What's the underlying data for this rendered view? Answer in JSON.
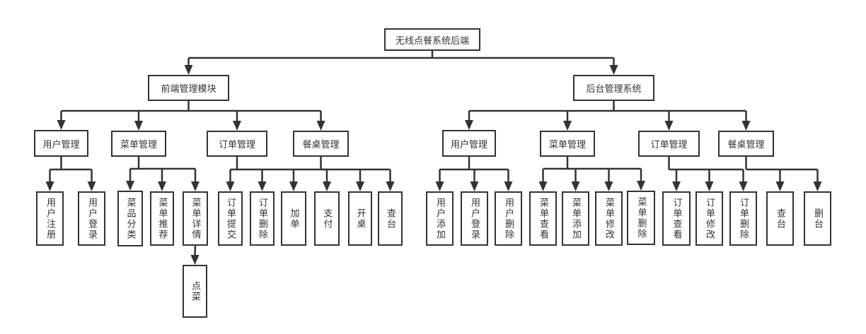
{
  "diagram": {
    "title": "无线点餐系统后端",
    "root": {
      "id": "root",
      "label": "无线点餐系统后端",
      "children": [
        {
          "id": "frontend",
          "label": "前端管理模块",
          "children": [
            {
              "id": "f-user",
              "label": "用户管理",
              "children": [
                {
                  "id": "f-user-register",
                  "label": "用户注册"
                },
                {
                  "id": "f-user-login",
                  "label": "用户登录"
                }
              ]
            },
            {
              "id": "f-menu",
              "label": "菜单管理",
              "children": [
                {
                  "id": "f-menu-category",
                  "label": "菜品分类"
                },
                {
                  "id": "f-menu-recommend",
                  "label": "菜单推荐"
                },
                {
                  "id": "f-menu-detail",
                  "label": "菜单详情",
                  "children": [
                    {
                      "id": "f-menu-order-dish",
                      "label": "点菜"
                    }
                  ]
                }
              ]
            },
            {
              "id": "f-order",
              "label": "订单管理",
              "children": [
                {
                  "id": "f-order-submit",
                  "label": "订单提交"
                },
                {
                  "id": "f-order-delete",
                  "label": "订单删除"
                },
                {
                  "id": "f-order-add",
                  "label": "加单"
                },
                {
                  "id": "f-order-pay",
                  "label": "支付"
                }
              ]
            },
            {
              "id": "f-table",
              "label": "餐桌管理",
              "children": [
                {
                  "id": "f-table-open",
                  "label": "开桌"
                },
                {
                  "id": "f-table-check",
                  "label": "查台"
                }
              ]
            }
          ]
        },
        {
          "id": "backend",
          "label": "后台管理系统",
          "children": [
            {
              "id": "b-user",
              "label": "用户管理",
              "children": [
                {
                  "id": "b-user-add",
                  "label": "用户添加"
                },
                {
                  "id": "b-user-login",
                  "label": "用户登录"
                },
                {
                  "id": "b-user-delete",
                  "label": "用户删除"
                }
              ]
            },
            {
              "id": "b-menu",
              "label": "菜单管理",
              "children": [
                {
                  "id": "b-menu-view",
                  "label": "菜单查看"
                },
                {
                  "id": "b-menu-add",
                  "label": "菜单添加"
                },
                {
                  "id": "b-menu-edit",
                  "label": "菜单修改"
                },
                {
                  "id": "b-menu-delete",
                  "label": "菜单删除"
                }
              ]
            },
            {
              "id": "b-order",
              "label": "订单管理",
              "children": [
                {
                  "id": "b-order-view",
                  "label": "订单查看"
                },
                {
                  "id": "b-order-edit",
                  "label": "订单修改"
                },
                {
                  "id": "b-order-delete",
                  "label": "订单删除"
                }
              ]
            },
            {
              "id": "b-table",
              "label": "餐桌管理",
              "children": [
                {
                  "id": "b-table-check",
                  "label": "查台"
                },
                {
                  "id": "b-table-delete",
                  "label": "删台"
                }
              ]
            }
          ]
        }
      ]
    },
    "colors": {
      "stroke": "#333333",
      "background": "#ffffff",
      "text": "#333333"
    }
  }
}
